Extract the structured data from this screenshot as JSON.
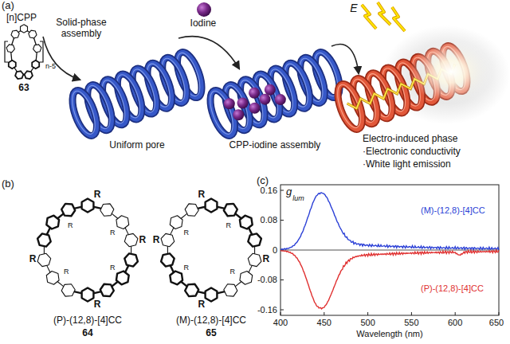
{
  "diagram": {
    "labels": [
      "(a)",
      "[n]CPP",
      "n-5",
      "63",
      "Solid-phase assembly",
      "Iodine",
      "E",
      "Uniform pore",
      "CPP-iodine assembly",
      "Electro-induced phase",
      "·Electronic conductivity",
      "·White light emission",
      "(b)",
      "(P)-(12,8)-[4]CC",
      "64",
      "(M)-(12,8)-[4]CC",
      "65",
      "(c)",
      "0.16",
      "0.08",
      "0",
      "-0.08",
      "-0.16",
      "g",
      "lum",
      "400",
      "450",
      "500",
      "550",
      "600",
      "650",
      "Wavelength (nm)",
      "(M)-(12,8)-[4]CC",
      "(P)-(12,8)-[4]CC",
      "R",
      "R",
      "R",
      "R",
      "R",
      "R",
      "R",
      "R",
      "R",
      "R",
      "R",
      "R",
      "R",
      "R",
      "R",
      "R"
    ]
  }
}
